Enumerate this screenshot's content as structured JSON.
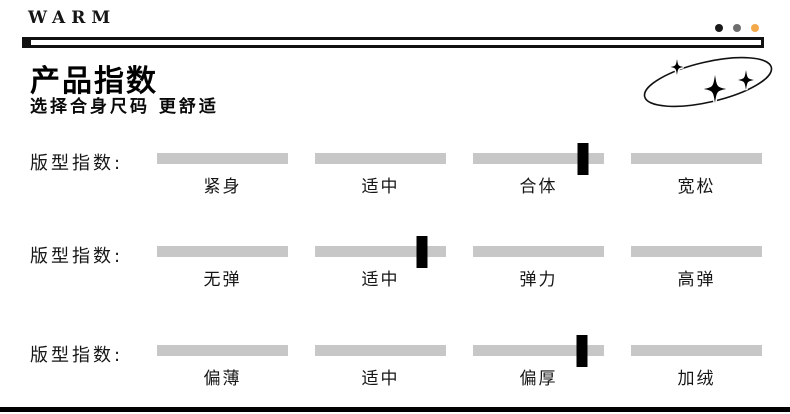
{
  "brand": "WARM",
  "header": {
    "window_dots": [
      {
        "name": "dot-black",
        "color": "#1a1a1a"
      },
      {
        "name": "dot-gray",
        "color": "#6e6e6e"
      },
      {
        "name": "dot-orange",
        "color": "#f3a94b"
      }
    ]
  },
  "title": "产品指数",
  "subtitle": "选择合身尺码 更舒适",
  "index_rows": [
    {
      "label": "版型指数:",
      "options": [
        "紧身",
        "适中",
        "合体",
        "宽松"
      ],
      "selected": "合体",
      "selected_index": 2,
      "marker_percent": 84
    },
    {
      "label": "版型指数:",
      "options": [
        "无弹",
        "适中",
        "弹力",
        "高弹"
      ],
      "selected": "适中",
      "selected_index": 1,
      "marker_percent": 82
    },
    {
      "label": "版型指数:",
      "options": [
        "偏薄",
        "适中",
        "偏厚",
        "加绒"
      ],
      "selected": "偏厚",
      "selected_index": 2,
      "marker_percent": 83
    }
  ],
  "colors": {
    "track": "#c7c7c7",
    "marker": "#000000"
  }
}
